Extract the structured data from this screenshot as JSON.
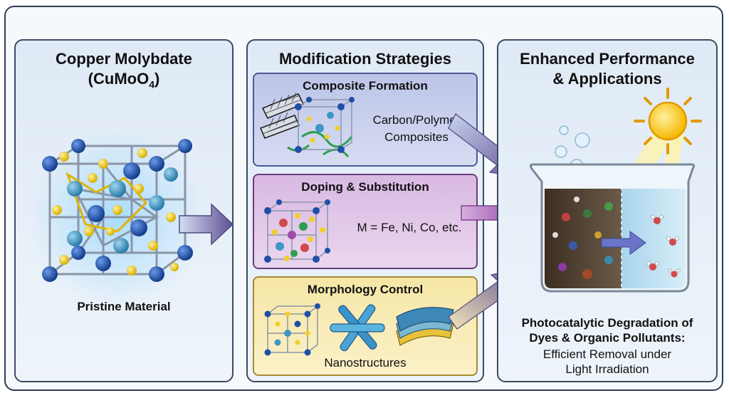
{
  "panels": {
    "material": {
      "title_line1": "Copper Molybdate",
      "formula_prefix": "(CuMoO",
      "formula_sub": "4",
      "formula_suffix": ")",
      "caption": "Pristine Material"
    },
    "strategies": {
      "title": "Modification Strategies",
      "composite": {
        "title": "Composite Formation",
        "label_line1": "Carbon/Polymer",
        "label_line2": "Composites"
      },
      "doping": {
        "title": "Doping & Substitution",
        "label": "M = Fe, Ni, Co, etc."
      },
      "morphology": {
        "title": "Morphology Control",
        "label": "Nanostructures"
      }
    },
    "performance": {
      "title_line1": "Enhanced Performance",
      "title_line2": "& Applications",
      "caption_line1": "Photocatalytic Degradation of",
      "caption_line2": "Dyes & Organic Pollutants:",
      "caption_line3": "Efficient Removal under",
      "caption_line4": "Light Irradiation"
    }
  },
  "colors": {
    "mo_atom": "#1f4fa8",
    "cu_atom": "#3e97c4",
    "o_atom": "#f1cf2a",
    "arrow_start": "#c9d4ee",
    "arrow_end": "#5f4f94",
    "doping_arrow": "#8a3aa0",
    "sun": "#f5b800"
  }
}
